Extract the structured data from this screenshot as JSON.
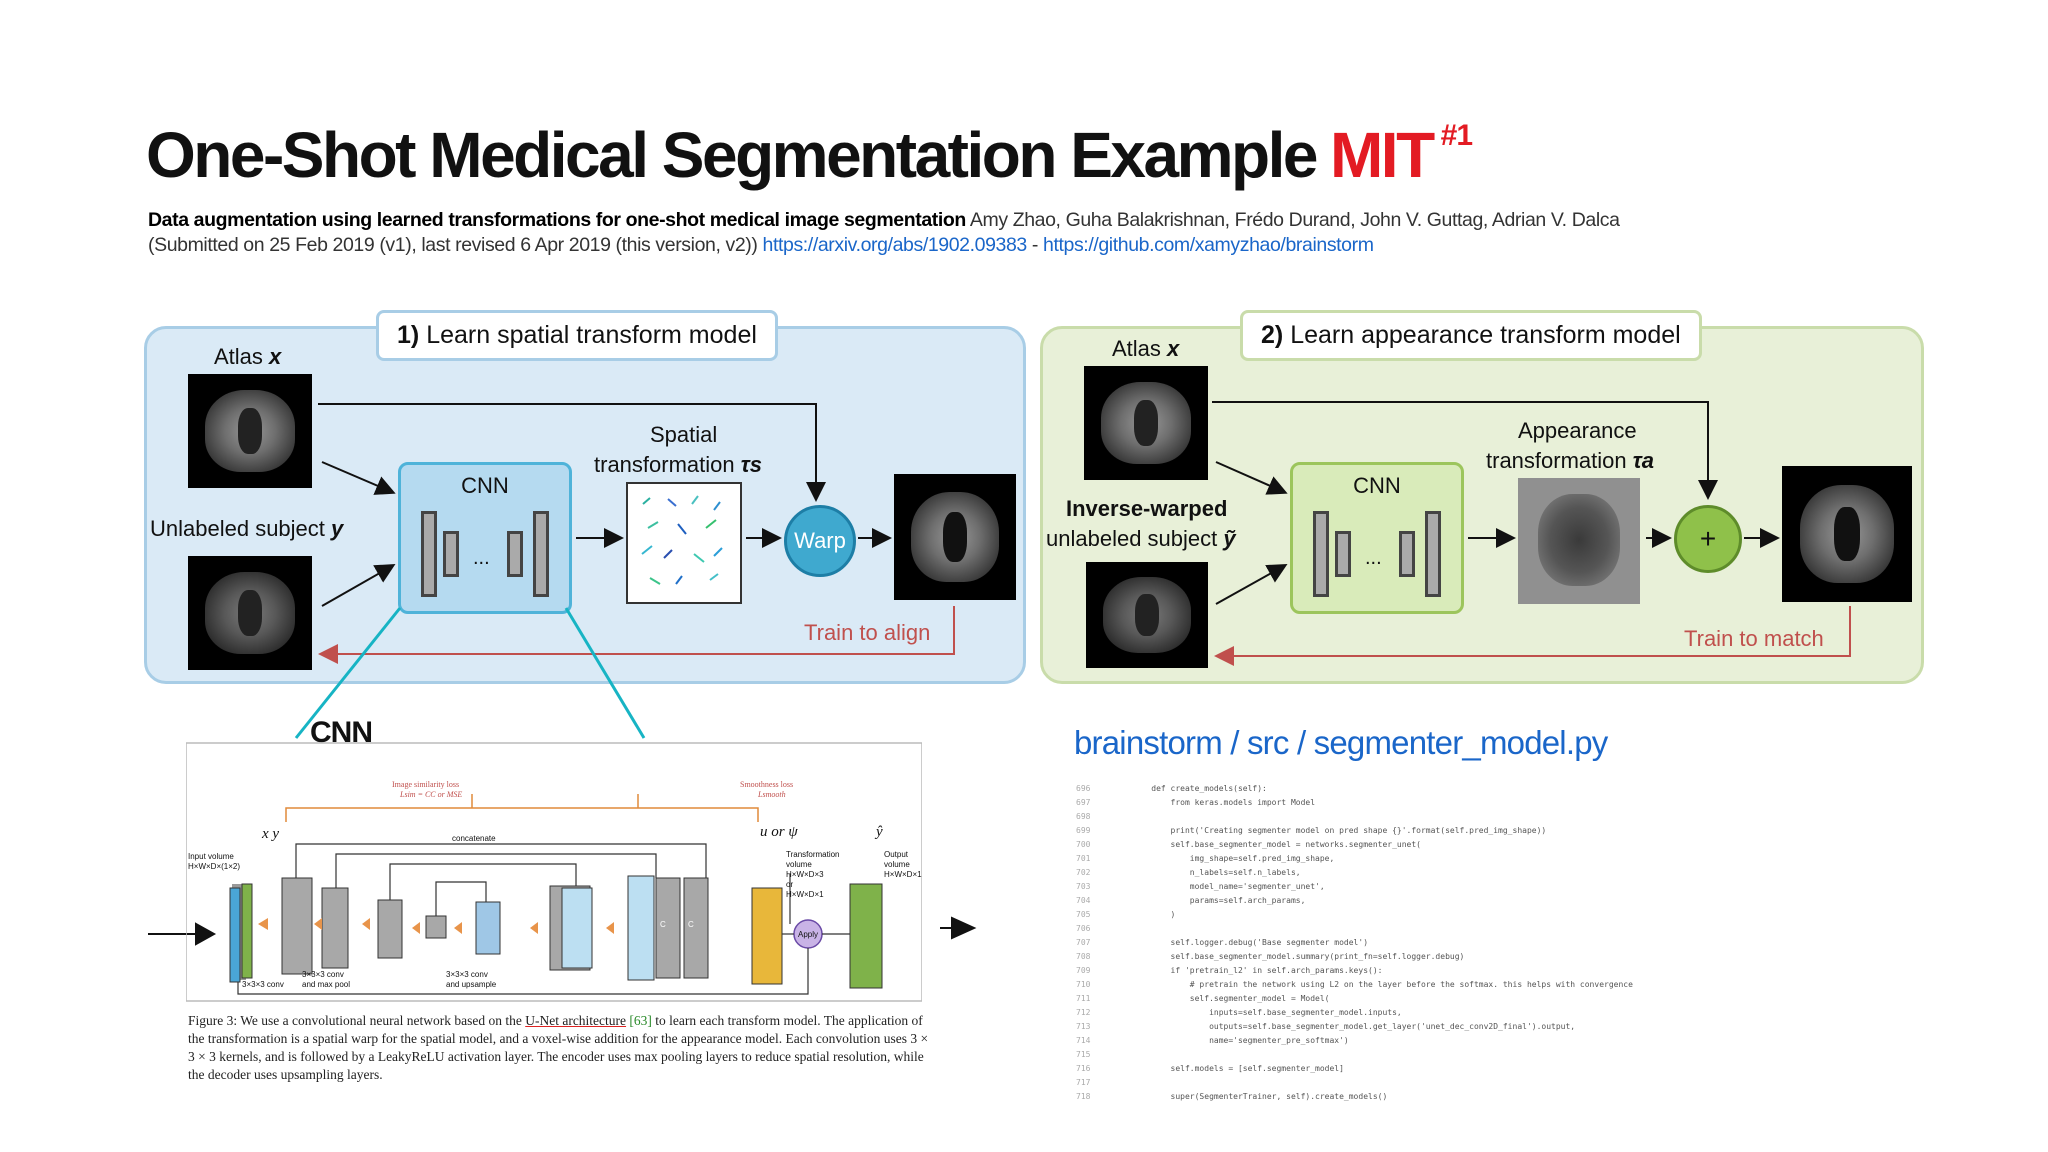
{
  "header": {
    "title": "One-Shot Medical Segmentation Example",
    "org": "MIT",
    "badge": "#1"
  },
  "citation": {
    "paper_title": "Data augmentation using learned transformations for one-shot medical image segmentation",
    "authors": "Amy Zhao, Guha Balakrishnan, Frédo Durand, John V. Guttag, Adrian V. Dalca",
    "submitted": "(Submitted on 25 Feb 2019 (v1), last revised 6 Apr 2019 (this version, v2))",
    "arxiv_link": "https://arxiv.org/abs/1902.09383",
    "separator": "-",
    "github_link": "https://github.com/xamyzhao/brainstorm"
  },
  "spatial_panel": {
    "tab_num": "1)",
    "tab_label": "Learn spatial transform model",
    "atlas": "Atlas ",
    "atlas_var": "x",
    "subject": "Unlabeled subject ",
    "subject_var": "y",
    "cnn": "CNN",
    "dots": "...",
    "transform_line1": "Spatial",
    "transform_line2": "transformation ",
    "transform_var": "τs",
    "warp": "Warp",
    "train": "Train to align"
  },
  "appearance_panel": {
    "tab_num": "2)",
    "tab_label": "Learn appearance transform model",
    "atlas": "Atlas ",
    "atlas_var": "x",
    "subject_line1": "Inverse-warped",
    "subject_line2": "unlabeled subject ",
    "subject_var": "ỹ",
    "cnn": "CNN",
    "dots": "...",
    "transform_line1": "Appearance",
    "transform_line2": "transformation ",
    "transform_var": "τa",
    "plus": "+",
    "train": "Train to match"
  },
  "cnn_figure": {
    "heading": "CNN",
    "loss1_title": "Image similarity loss",
    "loss1_formula": "Lsim = CC or MSE",
    "loss2_title": "Smoothness loss",
    "loss2_formula": "Lsmooth",
    "inputs": "x y",
    "concatenate": "concatenate",
    "u_psi": "u or ψ",
    "y_hat": "ŷ",
    "input_volume": [
      "Input volume",
      "H×W×D×(1×2)"
    ],
    "transformation_volume": [
      "Transformation",
      "volume",
      "H×W×D×3",
      "or",
      "H×W×D×1"
    ],
    "output_volume": [
      "Output",
      "volume",
      "H×W×D×1"
    ],
    "conv_small": "3×3×3 conv",
    "conv_pool": [
      "3×3×3 conv",
      "and max pool"
    ],
    "conv_up": [
      "3×3×3 conv",
      "and upsample"
    ],
    "apply": "Apply",
    "block_letter": "C",
    "caption_pre": "Figure 3: We use a convolutional neural network based on the ",
    "caption_link": "U-Net architecture",
    "caption_ref": "[63]",
    "caption_post": " to learn each transform model. The application of the transformation is a spatial warp for the spatial model, and a voxel-wise addition for the appearance model. Each convolution uses 3 × 3 × 3 kernels, and is followed by a LeakyReLU activation layer. The encoder uses max pooling layers to reduce spatial resolution, while the decoder uses upsampling layers."
  },
  "code_panel": {
    "path": "brainstorm / src / segmenter_model.py",
    "lines": [
      {
        "n": "696",
        "t": "    def create_models(self):"
      },
      {
        "n": "697",
        "t": "        from keras.models import Model"
      },
      {
        "n": "698",
        "t": ""
      },
      {
        "n": "699",
        "t": "        print('Creating segmenter model on pred shape {}'.format(self.pred_img_shape))"
      },
      {
        "n": "700",
        "t": "        self.base_segmenter_model = networks.segmenter_unet("
      },
      {
        "n": "701",
        "t": "            img_shape=self.pred_img_shape,"
      },
      {
        "n": "702",
        "t": "            n_labels=self.n_labels,"
      },
      {
        "n": "703",
        "t": "            model_name='segmenter_unet',"
      },
      {
        "n": "704",
        "t": "            params=self.arch_params,"
      },
      {
        "n": "705",
        "t": "        )"
      },
      {
        "n": "706",
        "t": ""
      },
      {
        "n": "707",
        "t": "        self.logger.debug('Base segmenter model')"
      },
      {
        "n": "708",
        "t": "        self.base_segmenter_model.summary(print_fn=self.logger.debug)"
      },
      {
        "n": "709",
        "t": "        if 'pretrain_l2' in self.arch_params.keys():"
      },
      {
        "n": "710",
        "t": "            # pretrain the network using L2 on the layer before the softmax. this helps with convergence"
      },
      {
        "n": "711",
        "t": "            self.segmenter_model = Model("
      },
      {
        "n": "712",
        "t": "                inputs=self.base_segmenter_model.inputs,"
      },
      {
        "n": "713",
        "t": "                outputs=self.base_segmenter_model.get_layer('unet_dec_conv2D_final').output,"
      },
      {
        "n": "714",
        "t": "                name='segmenter_pre_softmax')"
      },
      {
        "n": "715",
        "t": ""
      },
      {
        "n": "716",
        "t": "        self.models = [self.segmenter_model]"
      },
      {
        "n": "717",
        "t": ""
      },
      {
        "n": "718",
        "t": "        super(SegmenterTrainer, self).create_models()"
      }
    ]
  }
}
